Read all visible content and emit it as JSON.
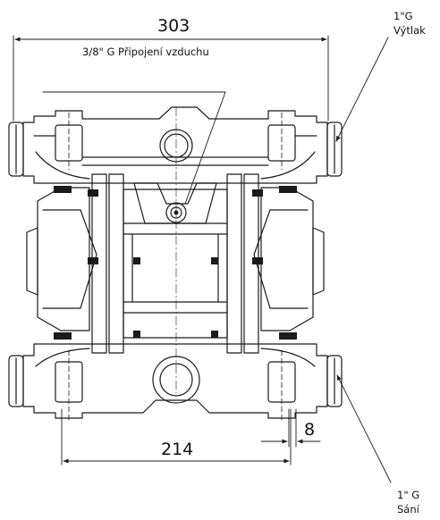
{
  "dimensions": {
    "overall_width": "303",
    "air_connection": "3/8\" G Připojení vzduchu",
    "port_spacing": "214",
    "small_offset": "8"
  },
  "callouts": {
    "outlet": {
      "size": "1\"G",
      "name": "Výtlak"
    },
    "inlet": {
      "size": "1\" G",
      "name": "Sání"
    }
  }
}
